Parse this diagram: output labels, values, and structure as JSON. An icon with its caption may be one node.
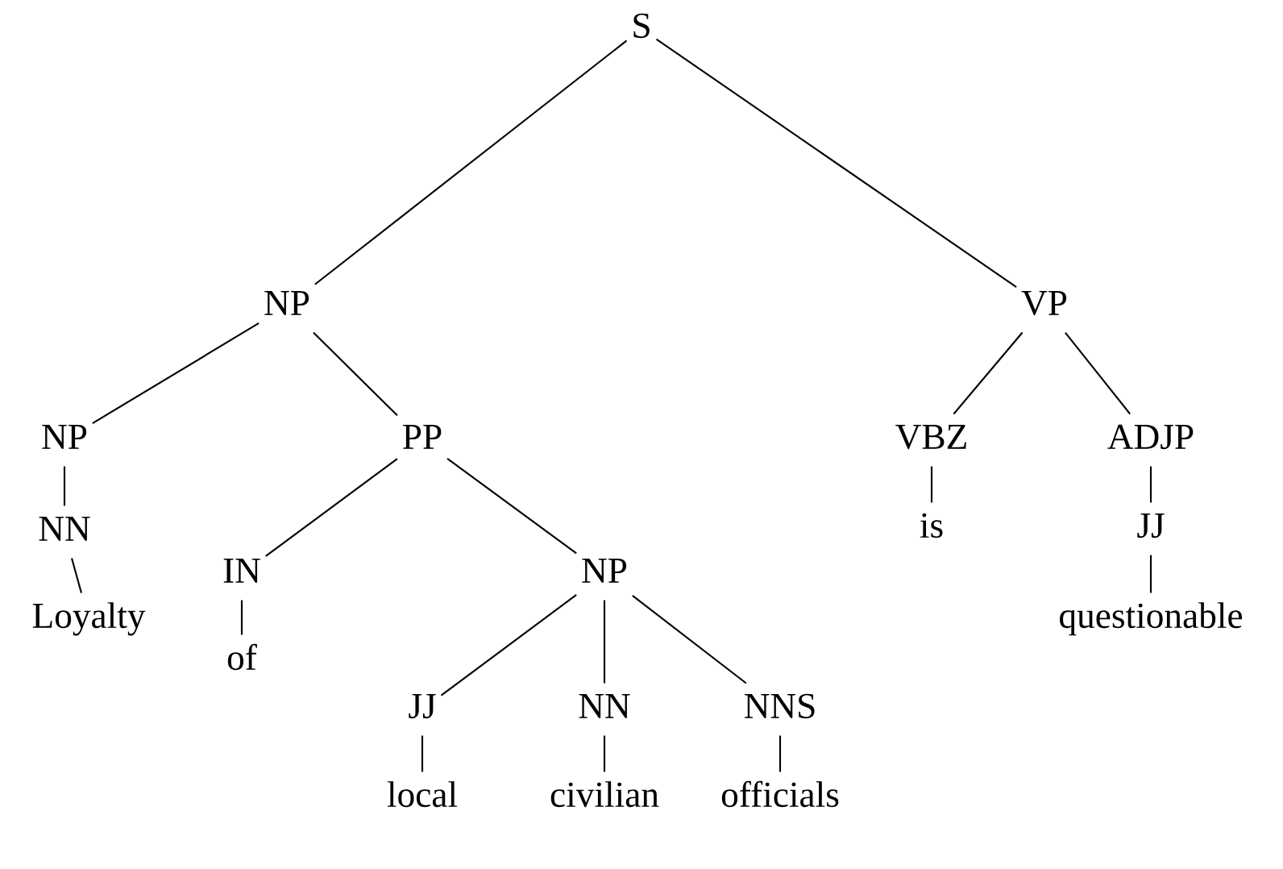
{
  "diagram": {
    "nodes": [
      {
        "text": [
          "S"
        ]
      },
      {
        "text": [
          "NP"
        ]
      },
      {
        "text": [
          "VP"
        ]
      },
      {
        "text": [
          "NP"
        ]
      },
      {
        "text": [
          "PP"
        ]
      },
      {
        "text": [
          "VBZ"
        ]
      },
      {
        "text": [
          "ADJP"
        ]
      },
      {
        "text": [
          "NN"
        ]
      },
      {
        "text": [
          "IN"
        ]
      },
      {
        "text": [
          "NP"
        ]
      },
      {
        "text": [
          "is"
        ]
      },
      {
        "text": [
          "JJ"
        ]
      },
      {
        "text": [
          "Loyalty"
        ]
      },
      {
        "text": [
          "of"
        ]
      },
      {
        "text": [
          "questionable"
        ]
      },
      {
        "text": [
          "JJ"
        ]
      },
      {
        "text": [
          "NN"
        ]
      },
      {
        "text": [
          "NNS"
        ]
      },
      {
        "text": [
          "local"
        ]
      },
      {
        "text": [
          "civilian"
        ]
      },
      {
        "text": [
          "officials"
        ]
      }
    ],
    "edges": [
      {
        "from": 0,
        "to": 1,
        "arrow": "none"
      },
      {
        "from": 0,
        "to": 2,
        "arrow": "none"
      },
      {
        "from": 1,
        "to": 3,
        "arrow": "none"
      },
      {
        "from": 1,
        "to": 4,
        "arrow": "none"
      },
      {
        "from": 2,
        "to": 5,
        "arrow": "none"
      },
      {
        "from": 2,
        "to": 6,
        "arrow": "none"
      },
      {
        "from": 3,
        "to": 7,
        "arrow": "none"
      },
      {
        "from": 4,
        "to": 8,
        "arrow": "none"
      },
      {
        "from": 4,
        "to": 9,
        "arrow": "none"
      },
      {
        "from": 5,
        "to": 10,
        "arrow": "none"
      },
      {
        "from": 6,
        "to": 11,
        "arrow": "none"
      },
      {
        "from": 7,
        "to": 12,
        "arrow": "none"
      },
      {
        "from": 8,
        "to": 13,
        "arrow": "none"
      },
      {
        "from": 11,
        "to": 14,
        "arrow": "none"
      },
      {
        "from": 9,
        "to": 15,
        "arrow": "none"
      },
      {
        "from": 9,
        "to": 16,
        "arrow": "none"
      },
      {
        "from": 9,
        "to": 17,
        "arrow": "none"
      },
      {
        "from": 15,
        "to": 18,
        "arrow": "none"
      },
      {
        "from": 16,
        "to": 19,
        "arrow": "none"
      },
      {
        "from": 17,
        "to": 20,
        "arrow": "none"
      }
    ]
  }
}
